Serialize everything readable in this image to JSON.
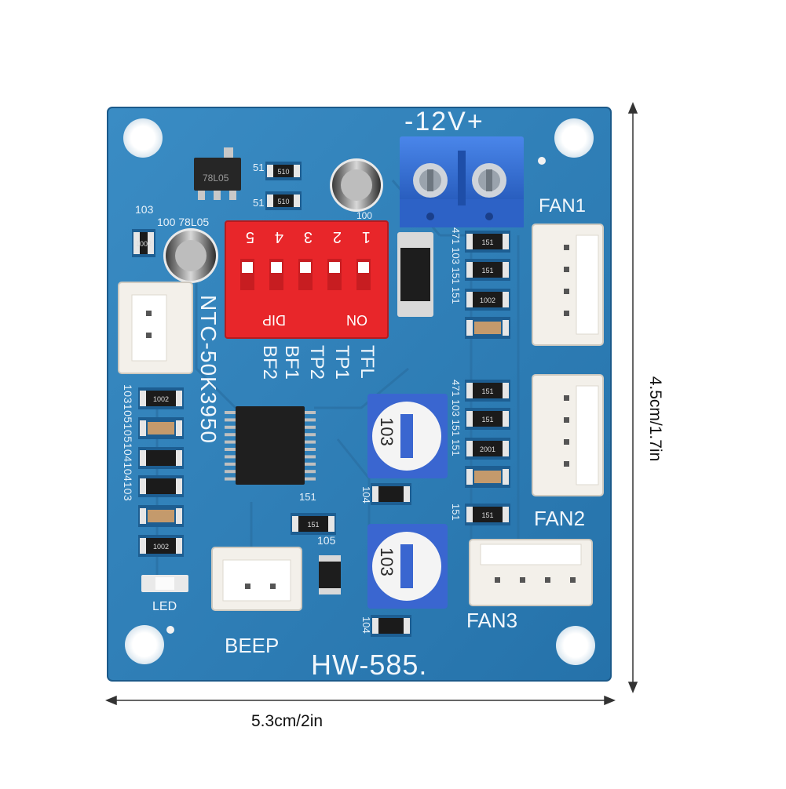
{
  "dimensions": {
    "width_label": "5.3cm/2in",
    "height_label": "4.5cm/1.7in"
  },
  "board": {
    "model": "HW-585.",
    "power_label": "-12V+",
    "regulator_label": "78L05",
    "regulator_sub": "100 78L05",
    "cap_label": "100",
    "ntc_label": "NTC-50K3950",
    "dip": {
      "label_left": "DIP",
      "label_right": "ON",
      "numbers": [
        "5",
        "4",
        "3",
        "2",
        "1"
      ],
      "functions": [
        "TFL",
        "TP1",
        "TP2",
        "BF1",
        "BF2"
      ]
    },
    "connectors": {
      "fan1": "FAN1",
      "fan2": "FAN2",
      "fan3": "FAN3",
      "beep": "BEEP",
      "led": "LED"
    },
    "pot_label": "103",
    "silk": {
      "r103": "103",
      "r51a": "51",
      "r51b": "51",
      "r151": "151",
      "r105": "105",
      "r104a": "104",
      "r104b": "104",
      "right_col_a": "471 103 151 151",
      "right_col_b": "471 103 151 151",
      "right_col_c": "151",
      "left_col": "103105105104104103"
    },
    "chip_codes": {
      "c1002": "1002",
      "c151": "151",
      "c510": "510",
      "c2001": "2001"
    }
  },
  "colors": {
    "board": "#2f7fb6",
    "board_dark": "#1f6296",
    "silk": "#e8f2fa",
    "dip": "#e8262a",
    "terminal": "#2f6fd8",
    "connector": "#f3f0ea"
  }
}
